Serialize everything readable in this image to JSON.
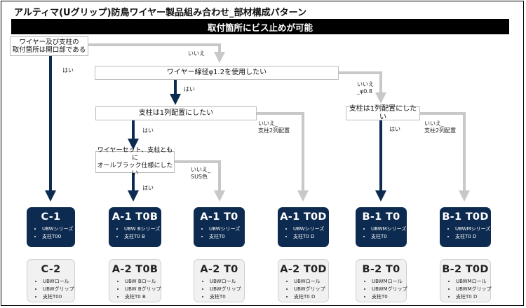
{
  "title": "アルティマ(Uグリップ)防鳥ワイヤー製品組み合わせ_部材構成パターン",
  "banner": "取付箇所にビス止めが可能",
  "questions": {
    "q1": [
      "ワイヤー及び支柱の",
      "取付箇所は開口部である"
    ],
    "q2": "ワイヤー線径φ1.2を使用したい",
    "q3": "支柱は1列配置にしたい",
    "q4": [
      "ワイヤーセット、支柱ともに",
      "オールブラック仕様にしたい"
    ],
    "q5": "支柱は1列配置にしたい"
  },
  "branch_labels": {
    "q1_yes": "はい",
    "q1_no": "いいえ",
    "q2_yes": "はい",
    "q2_no": [
      "いいえ",
      "_φ0.8"
    ],
    "q3_yes": "はい",
    "q3_no": [
      "いいえ_",
      "支柱2列配置"
    ],
    "q4_yes": "はい",
    "q4_no": [
      "いいえ_",
      "SUS色"
    ],
    "q5_yes": "はい",
    "q5_no": [
      "いいえ_",
      "支柱2列配置"
    ]
  },
  "results_top": [
    {
      "title": "C-1",
      "items": [
        "UBWシリーズ",
        "支柱T00"
      ]
    },
    {
      "title": "A-1 T0B",
      "items": [
        "UBW Bシリーズ",
        "支柱T0 B"
      ]
    },
    {
      "title": "A-1 T0",
      "items": [
        "UBWシリーズ",
        "支柱T0"
      ]
    },
    {
      "title": "A-1 T0D",
      "items": [
        "UBWシリーズ",
        "支柱T0 D"
      ]
    },
    {
      "title": "B-1 T0",
      "items": [
        "UBWMシリーズ",
        "支柱T0"
      ]
    },
    {
      "title": "B-1 T0D",
      "items": [
        "UBWMシリーズ",
        "支柱T0 D"
      ]
    }
  ],
  "results_bottom": [
    {
      "title": "C-2",
      "items": [
        "UBWロール",
        "UBWグリップ",
        "支柱T00"
      ]
    },
    {
      "title": "A-2 T0B",
      "items": [
        "UBW Bロール",
        "UBW Bグリップ",
        "支柱T0 B"
      ]
    },
    {
      "title": "A-2 T0",
      "items": [
        "UBWロール",
        "UBWグリップ",
        "支柱T0"
      ]
    },
    {
      "title": "A-2 T0D",
      "items": [
        "UBWロール",
        "UBWグリップ",
        "支柱T0 D"
      ]
    },
    {
      "title": "B-2 T0",
      "items": [
        "UBWMロール",
        "UBWMグリップ",
        "支柱T0"
      ]
    },
    {
      "title": "B-2 T0D",
      "items": [
        "UBWMロール",
        "UBWMグリップ",
        "支柱T0 D"
      ]
    }
  ],
  "colors": {
    "yes_arrow": "#0d2b50",
    "no_arrow": "#c8c8c8",
    "dark_card": "#0d2b50",
    "light_card": "#f1f1f1"
  }
}
